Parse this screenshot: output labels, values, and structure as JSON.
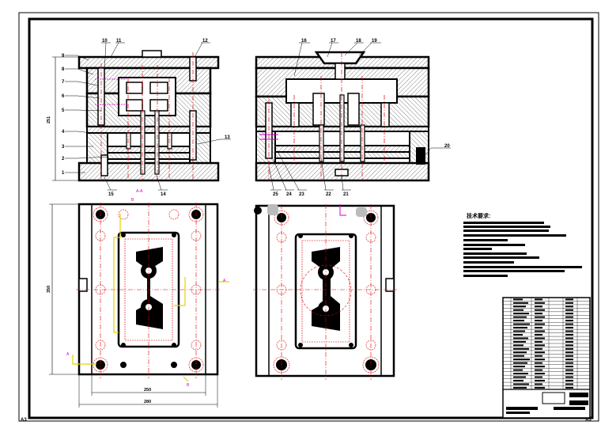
{
  "drawing": {
    "part_numbers": [
      "1",
      "2",
      "3",
      "4",
      "5",
      "6",
      "7",
      "8",
      "9",
      "10",
      "11",
      "12",
      "13",
      "14",
      "15",
      "16",
      "17",
      "18",
      "19",
      "20",
      "21",
      "22",
      "23",
      "24",
      "25"
    ],
    "dimensions": {
      "height_front": "251",
      "height_plan": "350",
      "width_inner": "250",
      "width_outer": "280"
    },
    "section_marks": {
      "section_aa": "A-A",
      "a": "A",
      "b": "B"
    },
    "technical_requirements_title": "技术要求:",
    "corner_mark": "A3"
  },
  "colors": {
    "line": "#000000",
    "center_line": "#e00000",
    "hatch": "#777777",
    "magenta": "#d000d0",
    "yellow": "#e8d000"
  }
}
